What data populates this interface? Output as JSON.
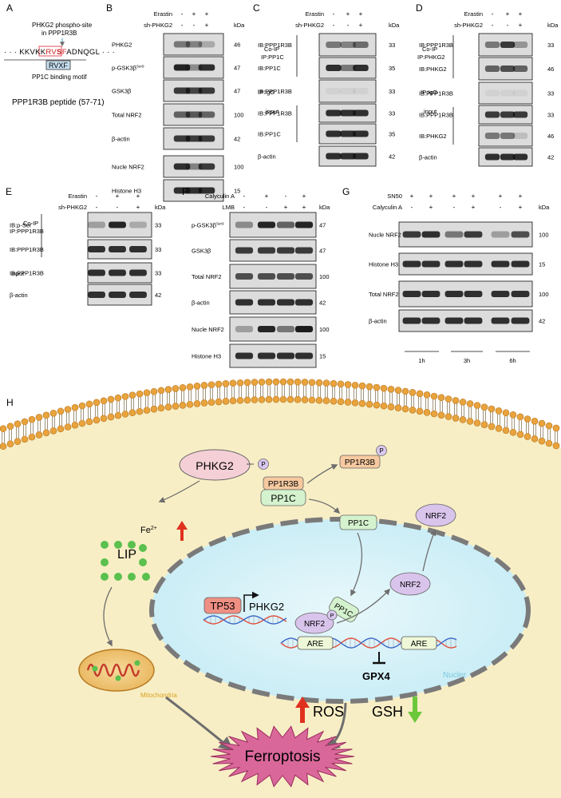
{
  "panels": {
    "A": {
      "letter": "A",
      "site_label_line1": "PHKG2 phospho-site",
      "site_label_line2": "in PPP1R3B",
      "seq_prefix": "· · · KKVKK",
      "seq_motif_a": "RV",
      "seq_site": "S",
      "seq_motif_b": "F",
      "seq_suffix": "ADNQGL · · ·",
      "motif_box": "RVXF",
      "motif_caption": "PP1C binding motif",
      "peptide": "PPP1R3B peptide  (57-71)"
    },
    "B": {
      "letter": "B",
      "header_rows": [
        {
          "label": "Erastin",
          "marks": [
            "-",
            "+",
            "+"
          ]
        },
        {
          "label": "sh-PHKG2",
          "marks": [
            "-",
            "-",
            "+"
          ]
        }
      ],
      "kda_label": "kDa",
      "blots": [
        {
          "label": "PHKG2",
          "kda": "46"
        },
        {
          "label": "p-GSK3β",
          "sup": "Ser9",
          "kda": "47"
        },
        {
          "label": "GSK3β",
          "kda": "47"
        },
        {
          "label": "Total NRF2",
          "kda": "100"
        },
        {
          "label": "β-actin",
          "kda": "42"
        },
        {
          "label": "Nucle NRF2",
          "kda": "100"
        },
        {
          "label": "Histone H3",
          "kda": "15"
        }
      ]
    },
    "C": {
      "letter": "C",
      "header_rows": [
        {
          "label": "Erastin",
          "marks": [
            "-",
            "+",
            "+"
          ]
        },
        {
          "label": "sh-PHKG2",
          "marks": [
            "-",
            "-",
            "+"
          ]
        }
      ],
      "kda_label": "kDa",
      "groups": [
        "Co-IP",
        "IP:PP1C",
        "IP:IgG",
        "input"
      ],
      "blots": [
        {
          "label": "IB:PPP1R3B",
          "kda": "33"
        },
        {
          "label": "IB:PP1C",
          "kda": "35"
        },
        {
          "label": "IB:PPP1R3B",
          "kda": "33"
        },
        {
          "label": "IB:PPP1R3B",
          "kda": "33"
        },
        {
          "label": "IB:PP1C",
          "kda": "35"
        },
        {
          "label": "β-actin",
          "kda": "42"
        }
      ]
    },
    "D": {
      "letter": "D",
      "header_rows": [
        {
          "label": "Erastin",
          "marks": [
            "-",
            "+",
            "+"
          ]
        },
        {
          "label": "sh-PHKG2",
          "marks": [
            "-",
            "-",
            "+"
          ]
        }
      ],
      "kda_label": "kDa",
      "groups": [
        "Co-IP",
        "IP:PHKG2",
        "IP:IgG",
        "input"
      ],
      "blots": [
        {
          "label": "IB:PPP1R3B",
          "kda": "33"
        },
        {
          "label": "IB:PHKG2",
          "kda": "46"
        },
        {
          "label": "IB:PPP1R3B",
          "kda": "33"
        },
        {
          "label": "IB:PPP1R3B",
          "kda": "33"
        },
        {
          "label": "IB:PHKG2",
          "kda": "46"
        },
        {
          "label": "β-actin",
          "kda": "42"
        }
      ]
    },
    "E": {
      "letter": "E",
      "header_rows": [
        {
          "label": "Erastin",
          "marks": [
            "-",
            "+",
            "+"
          ]
        },
        {
          "label": "sh-PHKG2",
          "marks": [
            "-",
            "-",
            "+"
          ]
        }
      ],
      "kda_label": "kDa",
      "groups": [
        "Co-IP",
        "IP:PPP1R3B",
        "input"
      ],
      "blots": [
        {
          "label": "IB:p-Ser",
          "kda": "33"
        },
        {
          "label": "IB:PPP1R3B",
          "kda": "33"
        },
        {
          "label": "IB:PPP1R3B",
          "kda": "33"
        },
        {
          "label": "β-actin",
          "kda": "42"
        }
      ]
    },
    "F": {
      "letter": "F",
      "header_rows": [
        {
          "label": "Calyculin A",
          "marks": [
            "-",
            "+",
            "-",
            "+"
          ]
        },
        {
          "label": "LMB",
          "marks": [
            "-",
            "-",
            "+",
            "+"
          ]
        }
      ],
      "kda_label": "kDa",
      "blots": [
        {
          "label": "p-GSK3β",
          "sup": "Ser9",
          "kda": "47"
        },
        {
          "label": "GSK3β",
          "kda": "47"
        },
        {
          "label": "Total NRF2",
          "kda": "100"
        },
        {
          "label": "β-actin",
          "kda": "42"
        },
        {
          "label": "Nucle NRF2",
          "kda": "100"
        },
        {
          "label": "Histone H3",
          "kda": "15"
        }
      ]
    },
    "G": {
      "letter": "G",
      "header_rows": [
        {
          "label": "SN50",
          "marks": [
            "+",
            "+",
            "+",
            "+",
            "+",
            "+"
          ]
        },
        {
          "label": "Calyculin A",
          "marks": [
            "-",
            "+",
            "-",
            "+",
            "-",
            "+"
          ]
        }
      ],
      "kda_label": "kDa",
      "time_labels": [
        "1h",
        "3h",
        "6h"
      ],
      "blots": [
        {
          "label": "Nucle NRF2",
          "kda": "100"
        },
        {
          "label": "Histone H3",
          "kda": "15"
        },
        {
          "label": "Total NRF2",
          "kda": "100"
        },
        {
          "label": "β-actin",
          "kda": "42"
        }
      ]
    },
    "H": {
      "letter": "H",
      "nodes": {
        "phkg2": "PHKG2",
        "p": "P",
        "pp1r3b_free": "PP1R3B",
        "pp1r3b": "PP1R3B",
        "pp1c": "PP1C",
        "pp1c_free": "PP1C",
        "fe": "Fe",
        "fe_sup": "2+",
        "lip": "LIP",
        "nrf2_cyto": "NRF2",
        "tp53": "TP53",
        "phkg2_gene": "PHKG2",
        "pp1c_nuc": "PP1C",
        "nrf2_nuc": "NRF2",
        "nrf2_p": "NRF2",
        "are1": "ARE",
        "are2": "ARE",
        "gpx4": "GPX4",
        "nucleus": "Nucler",
        "mito": "Mitochondria",
        "ros": "ROS",
        "gsh": "GSH",
        "ferroptosis": "Ferroptosis"
      }
    }
  },
  "colors": {
    "membrane_head": "#e8a33c",
    "cytoplasm": "#f8eec5",
    "nucleus": "#d8f1f8",
    "phkg2_fill": "#f4cfd6",
    "pp1r3b_fill": "#f6c9a0",
    "pp1c_fill": "#d4f2cd",
    "nrf2_fill": "#d9c4ec",
    "tp53_fill": "#ef8f84",
    "ferroptosis_fill": "#d9679a",
    "lip_dot": "#5ac04e",
    "up_arrow": "#e0311f",
    "down_arrow": "#6cc83a"
  }
}
